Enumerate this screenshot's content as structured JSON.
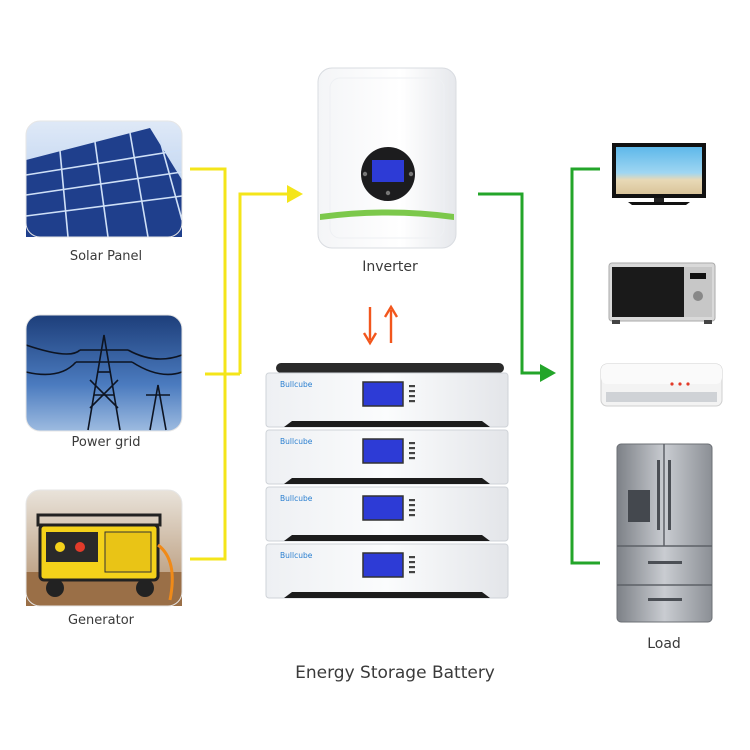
{
  "diagram": {
    "caption": "Energy Storage Battery",
    "sources": [
      {
        "label": "Solar Panel"
      },
      {
        "label": "Power grid"
      },
      {
        "label": "Generator"
      }
    ],
    "inverter": {
      "label": "Inverter"
    },
    "battery": {
      "brand": "Bullcube",
      "module_count": 4
    },
    "load": {
      "label": "Load"
    }
  },
  "colors": {
    "input_line": "#f4e51a",
    "output_line": "#23a52a",
    "battery_arrows": "#f2561c",
    "screen_blue": "#2d3bd6"
  }
}
